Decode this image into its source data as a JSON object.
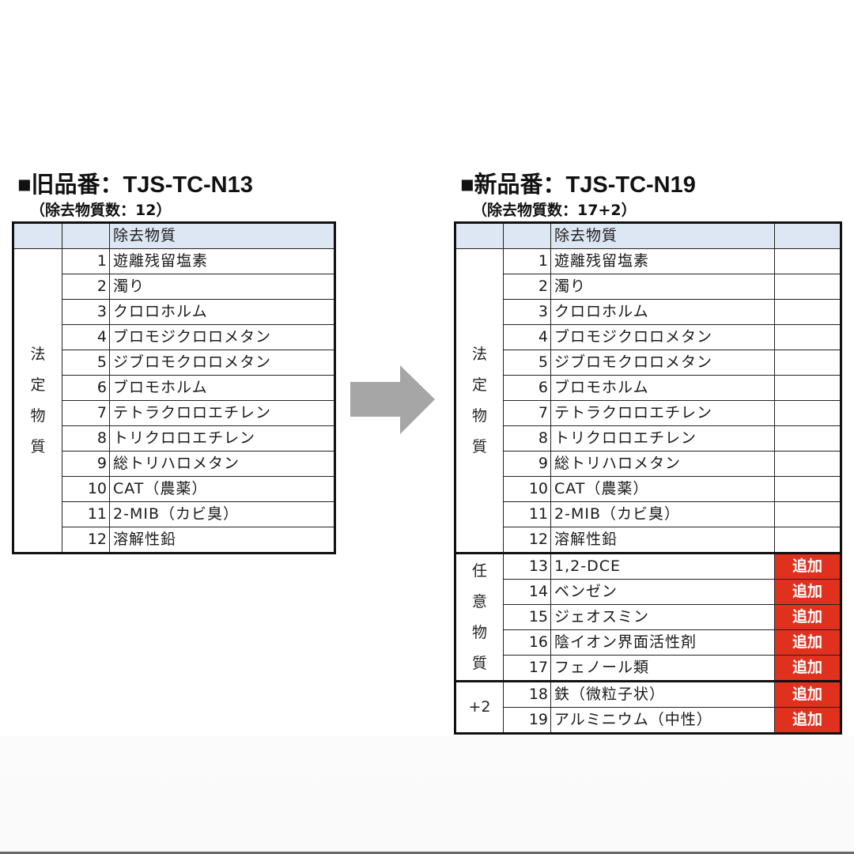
{
  "old_product": {
    "title": "■旧品番：TJS-TC-N13",
    "subtitle": "（除去物質数：12）",
    "header": {
      "col_category": "",
      "col_number": "",
      "col_substance": "除去物質"
    },
    "groups": [
      {
        "label": "法定物質",
        "label_chars": [
          "法",
          "定",
          "物",
          "質"
        ]
      }
    ],
    "rows": [
      {
        "no": "1",
        "name": "遊離残留塩素"
      },
      {
        "no": "2",
        "name": "濁り"
      },
      {
        "no": "3",
        "name": "クロロホルム"
      },
      {
        "no": "4",
        "name": "ブロモジクロロメタン"
      },
      {
        "no": "5",
        "name": "ジブロモクロロメタン"
      },
      {
        "no": "6",
        "name": "ブロモホルム"
      },
      {
        "no": "7",
        "name": "テトラクロロエチレン"
      },
      {
        "no": "8",
        "name": "トリクロロエチレン"
      },
      {
        "no": "9",
        "name": "総トリハロメタン"
      },
      {
        "no": "10",
        "name": "CAT（農薬）"
      },
      {
        "no": "11",
        "name": "2-MIB（カビ臭）"
      },
      {
        "no": "12",
        "name": "溶解性鉛"
      }
    ]
  },
  "arrow": {
    "icon": "right-arrow-icon",
    "color": "#a6a6a6"
  },
  "new_product": {
    "title": "■新品番：TJS-TC-N19",
    "subtitle": "（除去物質数：17+2）",
    "header": {
      "col_category": "",
      "col_number": "",
      "col_substance": "除去物質",
      "col_status": ""
    },
    "groups": [
      {
        "label": "法定物質",
        "label_chars": [
          "法",
          "定",
          "物",
          "質"
        ]
      },
      {
        "label": "任意物質",
        "label_chars": [
          "任",
          "意",
          "物",
          "質"
        ]
      },
      {
        "label": "+2",
        "label_chars": [
          "+2"
        ]
      }
    ],
    "rows": [
      {
        "no": "1",
        "name": "遊離残留塩素",
        "status": ""
      },
      {
        "no": "2",
        "name": "濁り",
        "status": ""
      },
      {
        "no": "3",
        "name": "クロロホルム",
        "status": ""
      },
      {
        "no": "4",
        "name": "ブロモジクロロメタン",
        "status": ""
      },
      {
        "no": "5",
        "name": "ジブロモクロロメタン",
        "status": ""
      },
      {
        "no": "6",
        "name": "ブロモホルム",
        "status": ""
      },
      {
        "no": "7",
        "name": "テトラクロロエチレン",
        "status": ""
      },
      {
        "no": "8",
        "name": "トリクロロエチレン",
        "status": ""
      },
      {
        "no": "9",
        "name": "総トリハロメタン",
        "status": ""
      },
      {
        "no": "10",
        "name": "CAT（農薬）",
        "status": ""
      },
      {
        "no": "11",
        "name": "2-MIB（カビ臭）",
        "status": ""
      },
      {
        "no": "12",
        "name": "溶解性鉛",
        "status": ""
      },
      {
        "no": "13",
        "name": "1,2-DCE",
        "status": "追加"
      },
      {
        "no": "14",
        "name": "ベンゼン",
        "status": "追加"
      },
      {
        "no": "15",
        "name": "ジェオスミン",
        "status": "追加"
      },
      {
        "no": "16",
        "name": "陰イオン界面活性剤",
        "status": "追加"
      },
      {
        "no": "17",
        "name": "フェノール類",
        "status": "追加"
      },
      {
        "no": "18",
        "name": "鉄（微粒子状）",
        "status": "追加"
      },
      {
        "no": "19",
        "name": "アルミニウム（中性）",
        "status": "追加"
      }
    ]
  },
  "colors": {
    "header_fill": "#dde7f4",
    "added_badge": "#e0301e",
    "border": "#111111"
  }
}
